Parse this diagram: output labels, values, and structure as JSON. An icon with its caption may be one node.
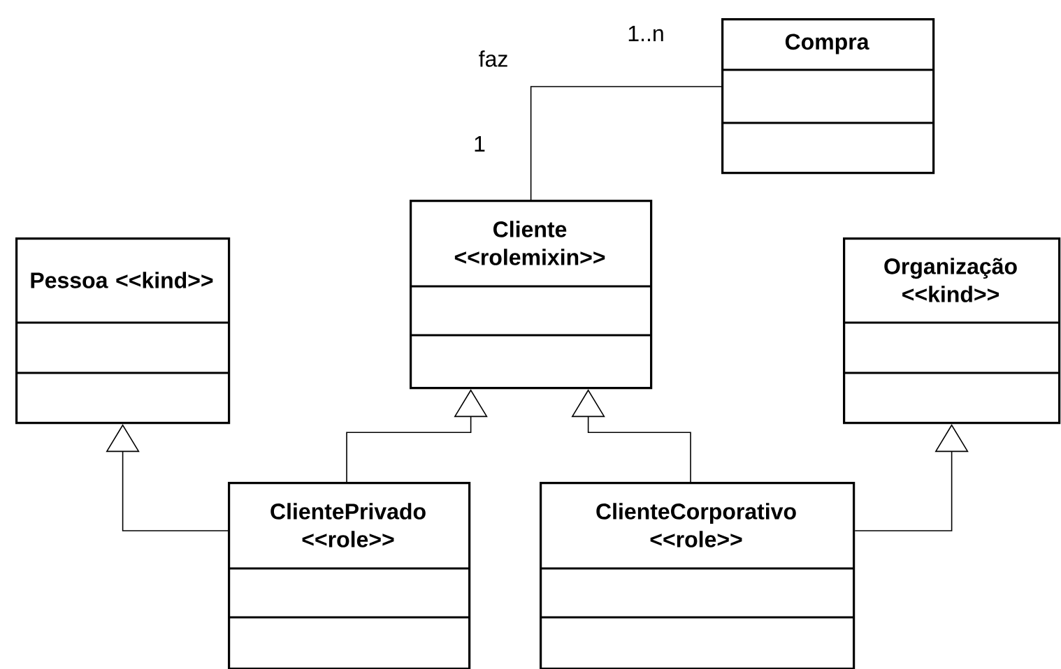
{
  "diagram": {
    "nodes": [
      {
        "text": [
          "Compra"
        ]
      },
      {
        "text": [
          "Cliente <<rolemixin>>"
        ]
      },
      {
        "text": [
          "Pessoa <<kind>>"
        ]
      },
      {
        "text": [
          "Organização <<kind>>"
        ]
      },
      {
        "text": [
          "ClientePrivado <<role>>"
        ]
      },
      {
        "text": [
          "ClienteCorporativo <<role>>"
        ]
      }
    ],
    "edges": [
      {
        "from": 1,
        "to": 0,
        "arrow": "none",
        "label": "faz"
      },
      {
        "from": 4,
        "to": 2,
        "arrow": "to"
      },
      {
        "from": 4,
        "to": 1,
        "arrow": "to"
      },
      {
        "from": 5,
        "to": 1,
        "arrow": "to"
      },
      {
        "from": 5,
        "to": 3,
        "arrow": "to"
      }
    ],
    "labels": [
      "1..n",
      "1"
    ]
  }
}
